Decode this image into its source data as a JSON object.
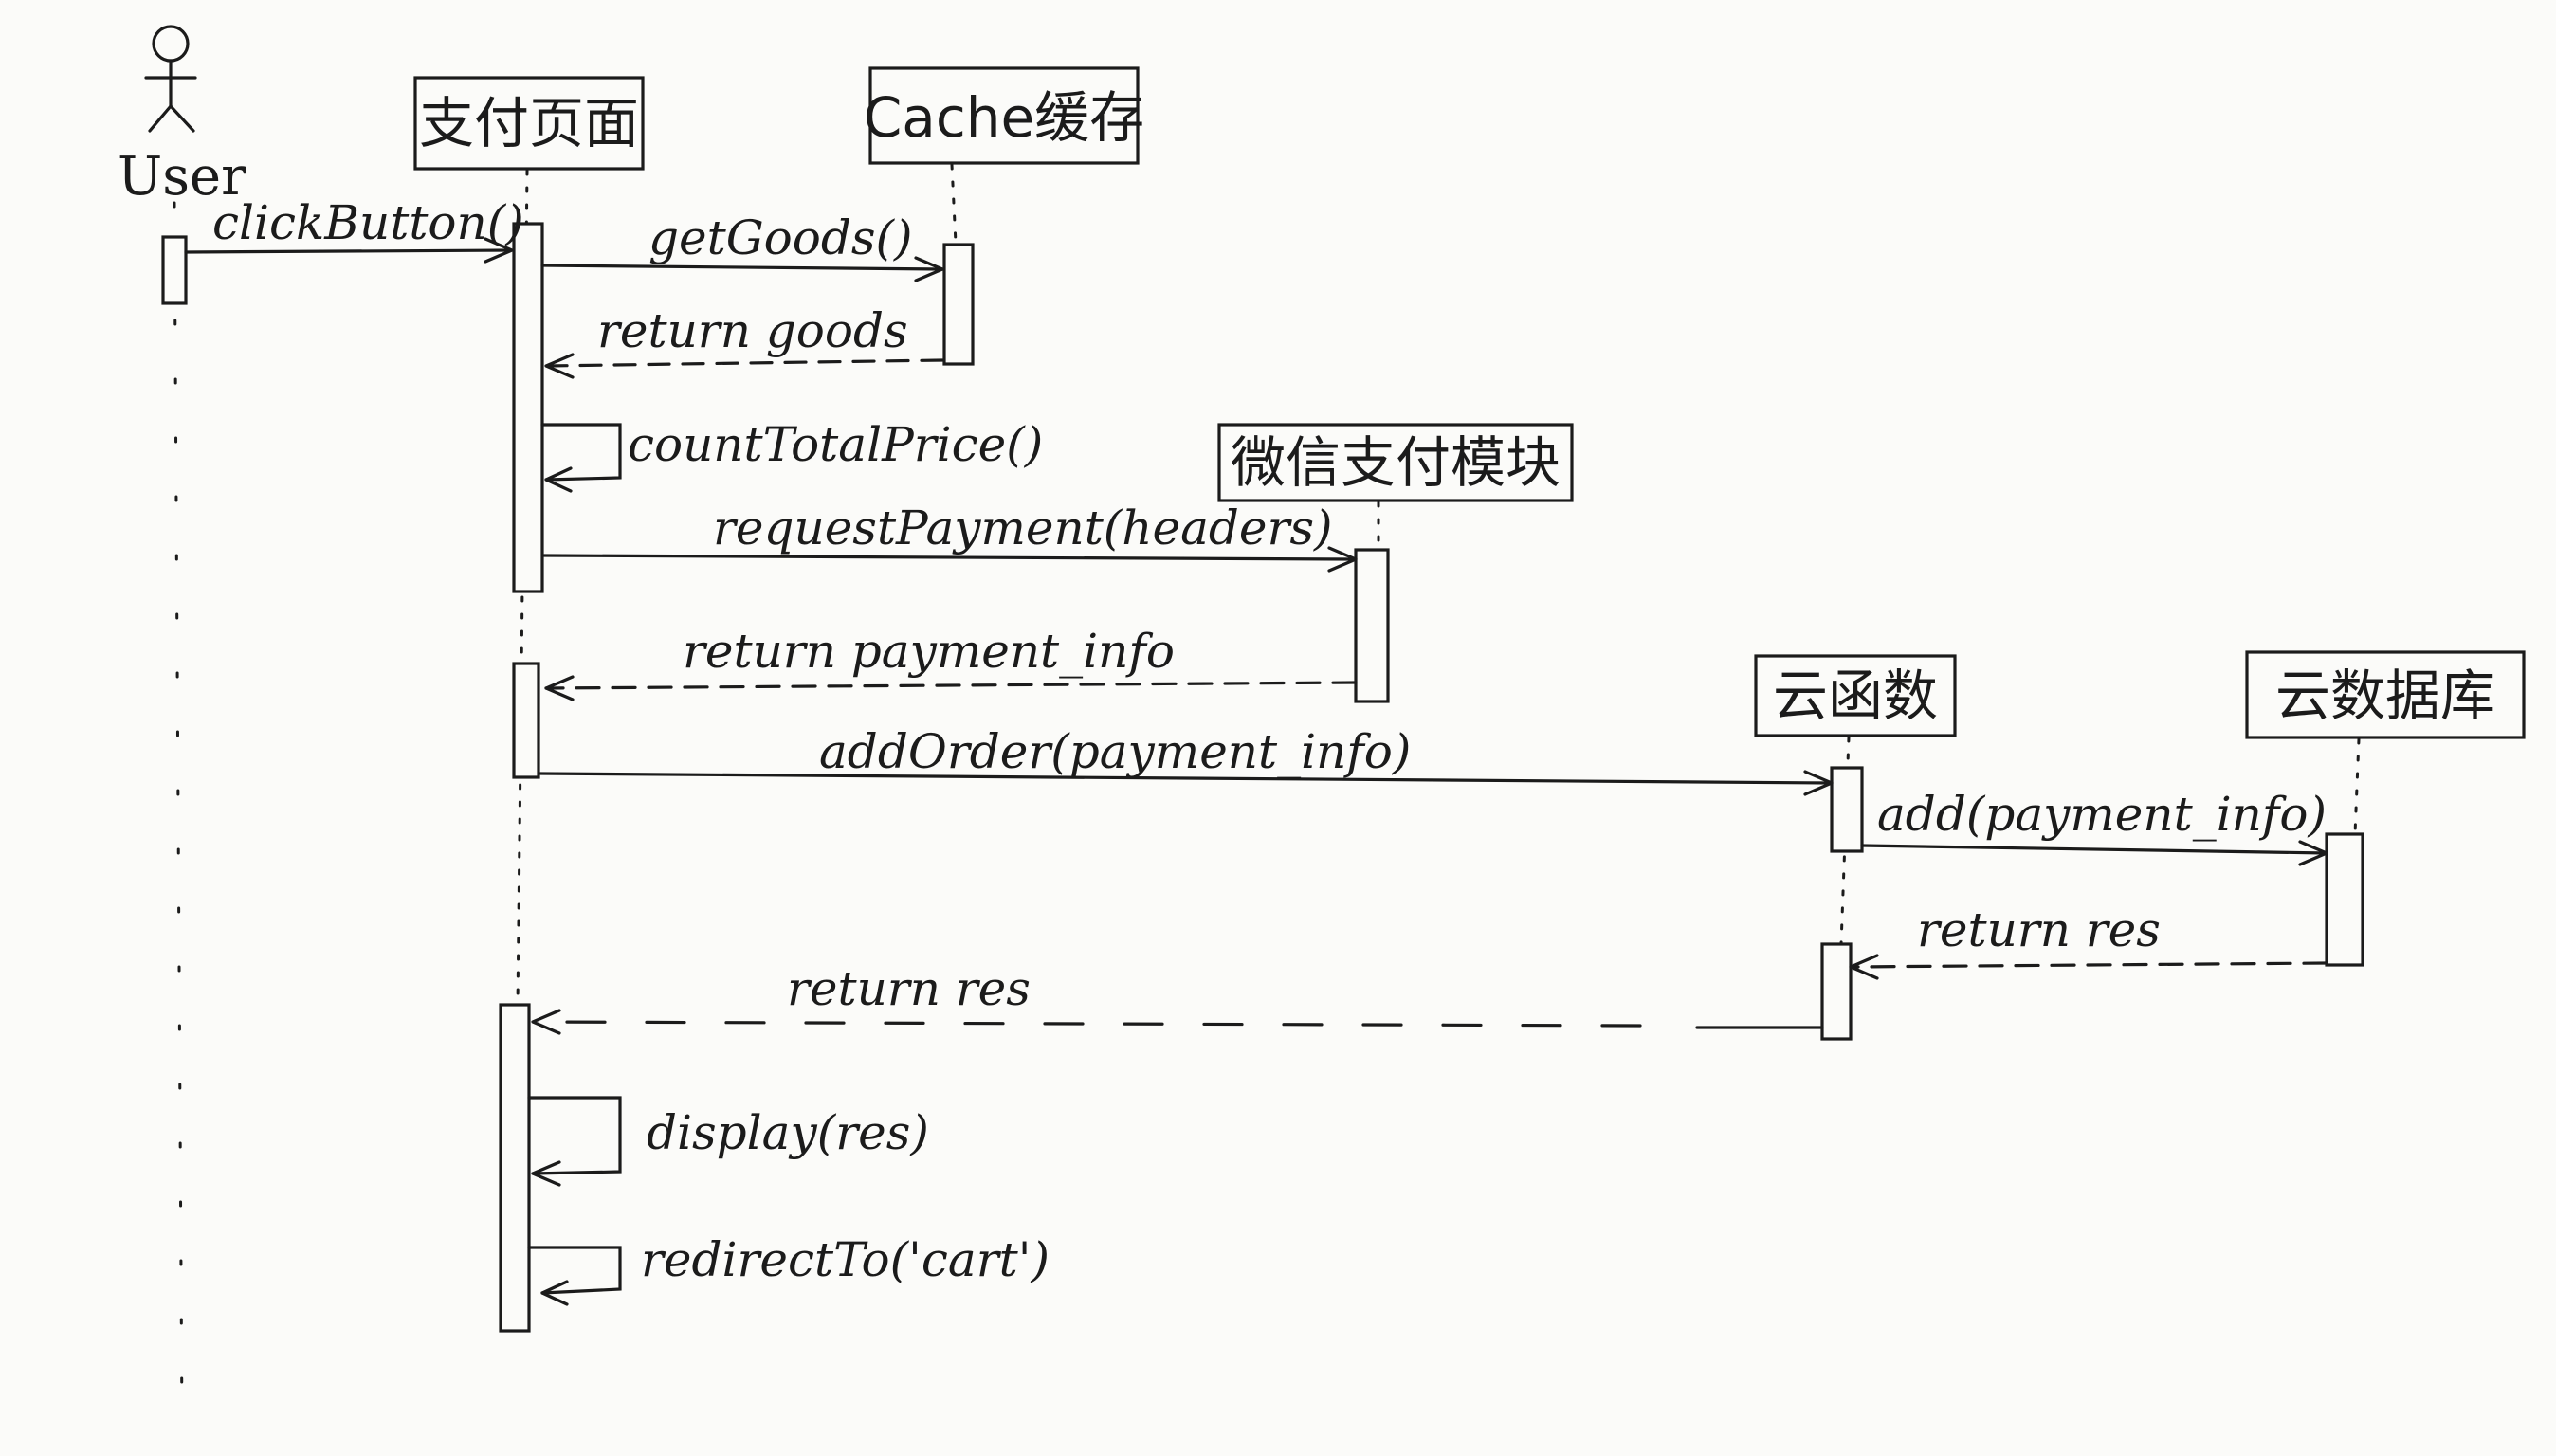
{
  "actor": {
    "label": "User"
  },
  "participants": [
    {
      "id": "pay_page",
      "label": "支付页面"
    },
    {
      "id": "cache",
      "label": "Cache缓存"
    },
    {
      "id": "wechat_pay",
      "label": "微信支付模块"
    },
    {
      "id": "cloud_func",
      "label": "云函数"
    },
    {
      "id": "cloud_db",
      "label": "云数据库"
    }
  ],
  "messages": [
    {
      "label": "clickButton()",
      "from": "User",
      "to": "支付页面",
      "kind": "call"
    },
    {
      "label": "getGoods()",
      "from": "支付页面",
      "to": "Cache缓存",
      "kind": "call"
    },
    {
      "label": "return goods",
      "from": "Cache缓存",
      "to": "支付页面",
      "kind": "return"
    },
    {
      "label": "countTotalPrice()",
      "from": "支付页面",
      "to": "支付页面",
      "kind": "self"
    },
    {
      "label": "requestPayment(headers)",
      "from": "支付页面",
      "to": "微信支付模块",
      "kind": "call"
    },
    {
      "label": "return payment_info",
      "from": "微信支付模块",
      "to": "支付页面",
      "kind": "return"
    },
    {
      "label": "addOrder(payment_info)",
      "from": "支付页面",
      "to": "云函数",
      "kind": "call"
    },
    {
      "label": "add(payment_info)",
      "from": "云函数",
      "to": "云数据库",
      "kind": "call"
    },
    {
      "label": "return res",
      "from": "云数据库",
      "to": "云函数",
      "kind": "return"
    },
    {
      "label": "return res",
      "from": "云函数",
      "to": "支付页面",
      "kind": "return"
    },
    {
      "label": "display(res)",
      "from": "支付页面",
      "to": "支付页面",
      "kind": "self"
    },
    {
      "label": "redirectTo('cart')",
      "from": "支付页面",
      "to": "支付页面",
      "kind": "self"
    }
  ]
}
